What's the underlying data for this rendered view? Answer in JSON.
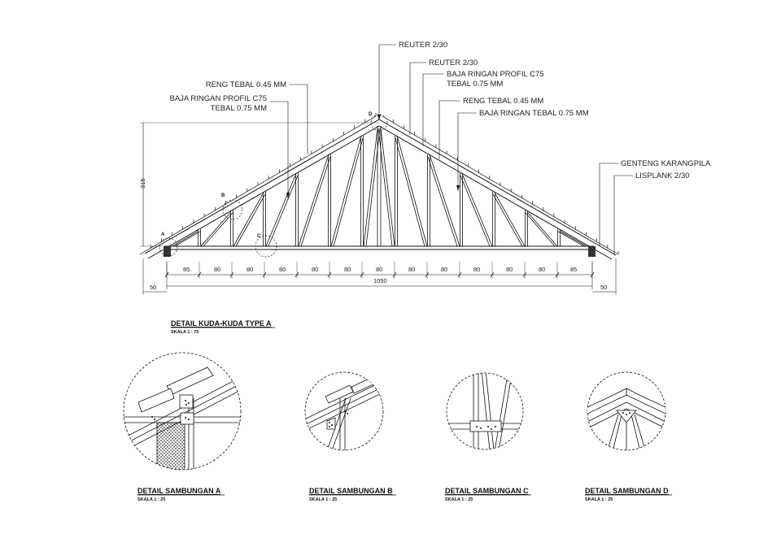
{
  "annotations": {
    "reuter_top": "REUTER  2/30",
    "reuter_2": "REUTER  2/30",
    "baja_c75_right_1": "BAJA RINGAN PROFIL C75",
    "baja_c75_right_2": "TEBAL 0.75 MM",
    "reng_right": "RENG TEBAL 0.45 MM",
    "baja_tebal_right": "BAJA RINGAN TEBAL 0.75 MM",
    "reng_left": "RENG TEBAL 0.45 MM",
    "baja_c75_left_1": "BAJA RINGAN PROFIL C75",
    "baja_c75_left_2": "TEBAL 0.75 MM",
    "genteng": "GENTENG KARANGPILA",
    "lisplank": "LISPLANK 2/30"
  },
  "dimensions": {
    "height": "315",
    "spans": [
      "85",
      "80",
      "80",
      "80",
      "80",
      "80",
      "80",
      "80",
      "80",
      "80",
      "80",
      "80",
      "85"
    ],
    "total": "1050",
    "overhang_left": "50",
    "overhang_right": "50"
  },
  "joint_tags": [
    "A",
    "B",
    "C",
    "D"
  ],
  "main_title": {
    "title": "DETAIL KUDA-KUDA TYPE A",
    "scale": "SKALA   1 : 75"
  },
  "details": [
    {
      "title": "DETAIL SAMBUNGAN A",
      "scale": "SKALA   1 : 25"
    },
    {
      "title": "DETAIL SAMBUNGAN B",
      "scale": "SKALA   1 : 25"
    },
    {
      "title": "DETAIL SAMBUNGAN C",
      "scale": "SKALA   1 : 25"
    },
    {
      "title": "DETAIL SAMBUNGAN D",
      "scale": "SKALA   1 : 25"
    }
  ]
}
